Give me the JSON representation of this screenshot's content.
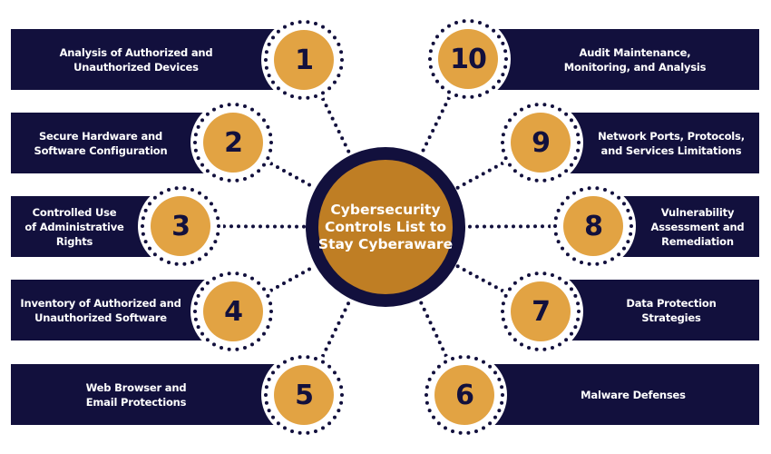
{
  "title": "Cybersecurity\nControls List to\nStay Cyberaware",
  "colors": {
    "navy": "#12103d",
    "gold": "#e2a343",
    "center_gold": "#bf7e24",
    "white": "#ffffff"
  },
  "controls": [
    {
      "number": "1",
      "label": "Analysis of Authorized and\nUnauthorized Devices",
      "side": "left"
    },
    {
      "number": "2",
      "label": "Secure Hardware and\nSoftware Configuration",
      "side": "left"
    },
    {
      "number": "3",
      "label": "Controlled Use\nof Administrative\nRights",
      "side": "left"
    },
    {
      "number": "4",
      "label": "Inventory of Authorized and\nUnauthorized Software",
      "side": "left"
    },
    {
      "number": "5",
      "label": "Web Browser and\nEmail Protections",
      "side": "left"
    },
    {
      "number": "6",
      "label": "Malware Defenses",
      "side": "right"
    },
    {
      "number": "7",
      "label": "Data Protection\nStrategies",
      "side": "right"
    },
    {
      "number": "8",
      "label": "Vulnerability\nAssessment and\nRemediation",
      "side": "right"
    },
    {
      "number": "9",
      "label": "Network Ports, Protocols,\nand Services Limitations",
      "side": "right"
    },
    {
      "number": "10",
      "label": "Audit Maintenance,\nMonitoring, and Analysis",
      "side": "right"
    }
  ]
}
